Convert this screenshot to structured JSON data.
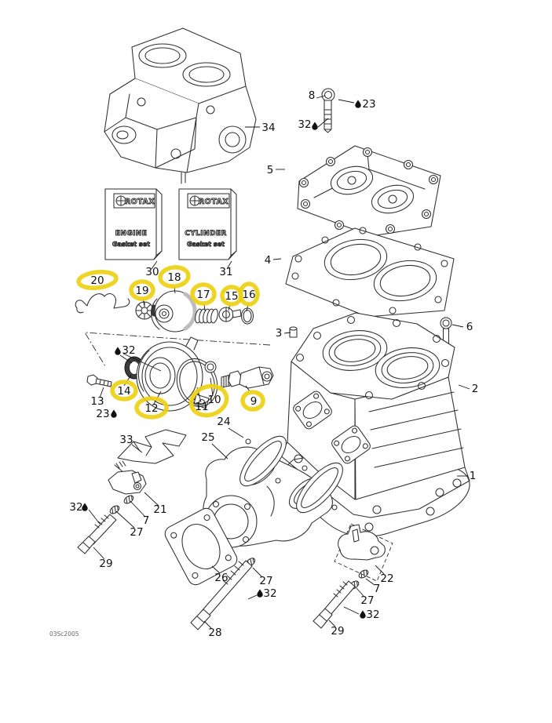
{
  "footer": {
    "code": "03Sc2005"
  },
  "colors": {
    "line": "#2e2e2e",
    "highlight": "#edd012",
    "background": "#ffffff"
  },
  "gasket_kits": [
    {
      "brand": "ROTAX",
      "title": "ENGINE",
      "subtitle": "Gasket set",
      "callout": "30"
    },
    {
      "brand": "ROTAX",
      "title": "CYLINDER",
      "subtitle": "Gasket set",
      "callout": "31"
    }
  ],
  "callouts": {
    "n1": "1",
    "n2": "2",
    "n3": "3",
    "n4": "4",
    "n5": "5",
    "n6": "6",
    "n8": "8",
    "n9": "9",
    "n10": "10",
    "n11": "11",
    "n12": "12",
    "n13": "13",
    "n14": "14",
    "n15": "15",
    "n16": "16",
    "n17": "17",
    "n18": "18",
    "n19": "19",
    "n20": "20",
    "n21": "21",
    "n22": "22",
    "n24": "24",
    "n25": "25",
    "n26": "26",
    "n28": "28",
    "n33": "33",
    "n34": "34",
    "n23_top": "23",
    "n23_mid": "23",
    "n32_top": "32",
    "n32_mid": "32",
    "n32_left": "32",
    "n32_center": "32",
    "n32_right": "32",
    "n27_left": "27",
    "n27_center": "27",
    "n27_right": "27",
    "n7_left": "7",
    "n7_right": "7",
    "n29_left": "29",
    "n29_right": "29"
  },
  "highlighted_callouts": [
    "20",
    "19",
    "18",
    "17",
    "15",
    "16",
    "14",
    "12",
    "11",
    "10",
    "9"
  ]
}
